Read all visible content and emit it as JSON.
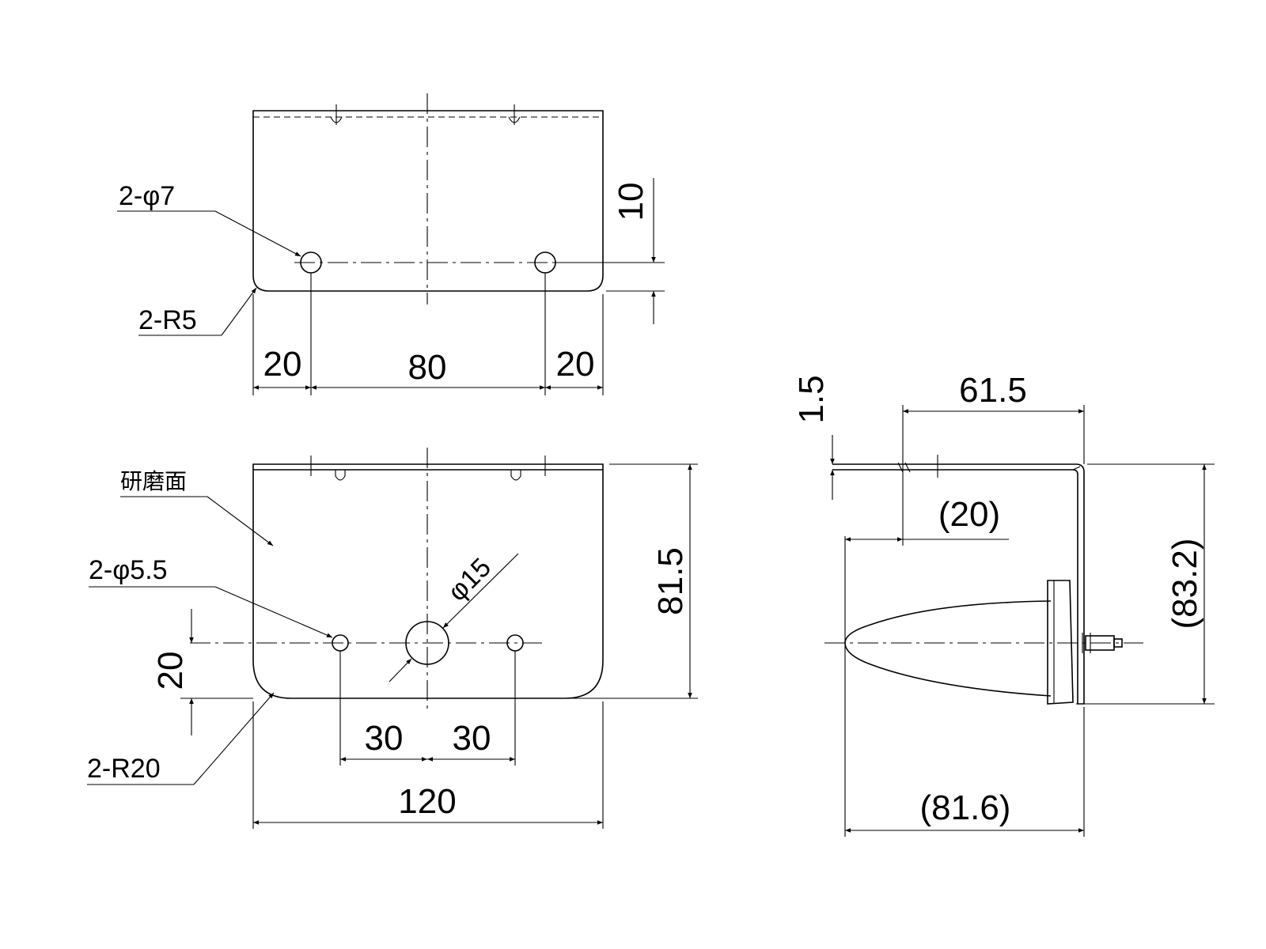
{
  "top_view": {
    "hole_note": "2-φ7",
    "corner_note": "2-R5",
    "dim_left": "20",
    "dim_center": "80",
    "dim_right": "20",
    "dim_hole_offset": "10"
  },
  "front_view": {
    "surface_note": "研磨面",
    "hole_note": "2-φ5.5",
    "center_hole_note": "φ15",
    "corner_note": "2-R20",
    "dim_hole_height": "20",
    "dim_left_hole": "30",
    "dim_right_hole": "30",
    "dim_width": "120",
    "dim_height": "81.5"
  },
  "side_view": {
    "dim_thickness": "1.5",
    "dim_bracket_length": "61.5",
    "dim_ref_20": "(20)",
    "dim_total_height": "(83.2)",
    "dim_total_length": "(81.6)"
  }
}
